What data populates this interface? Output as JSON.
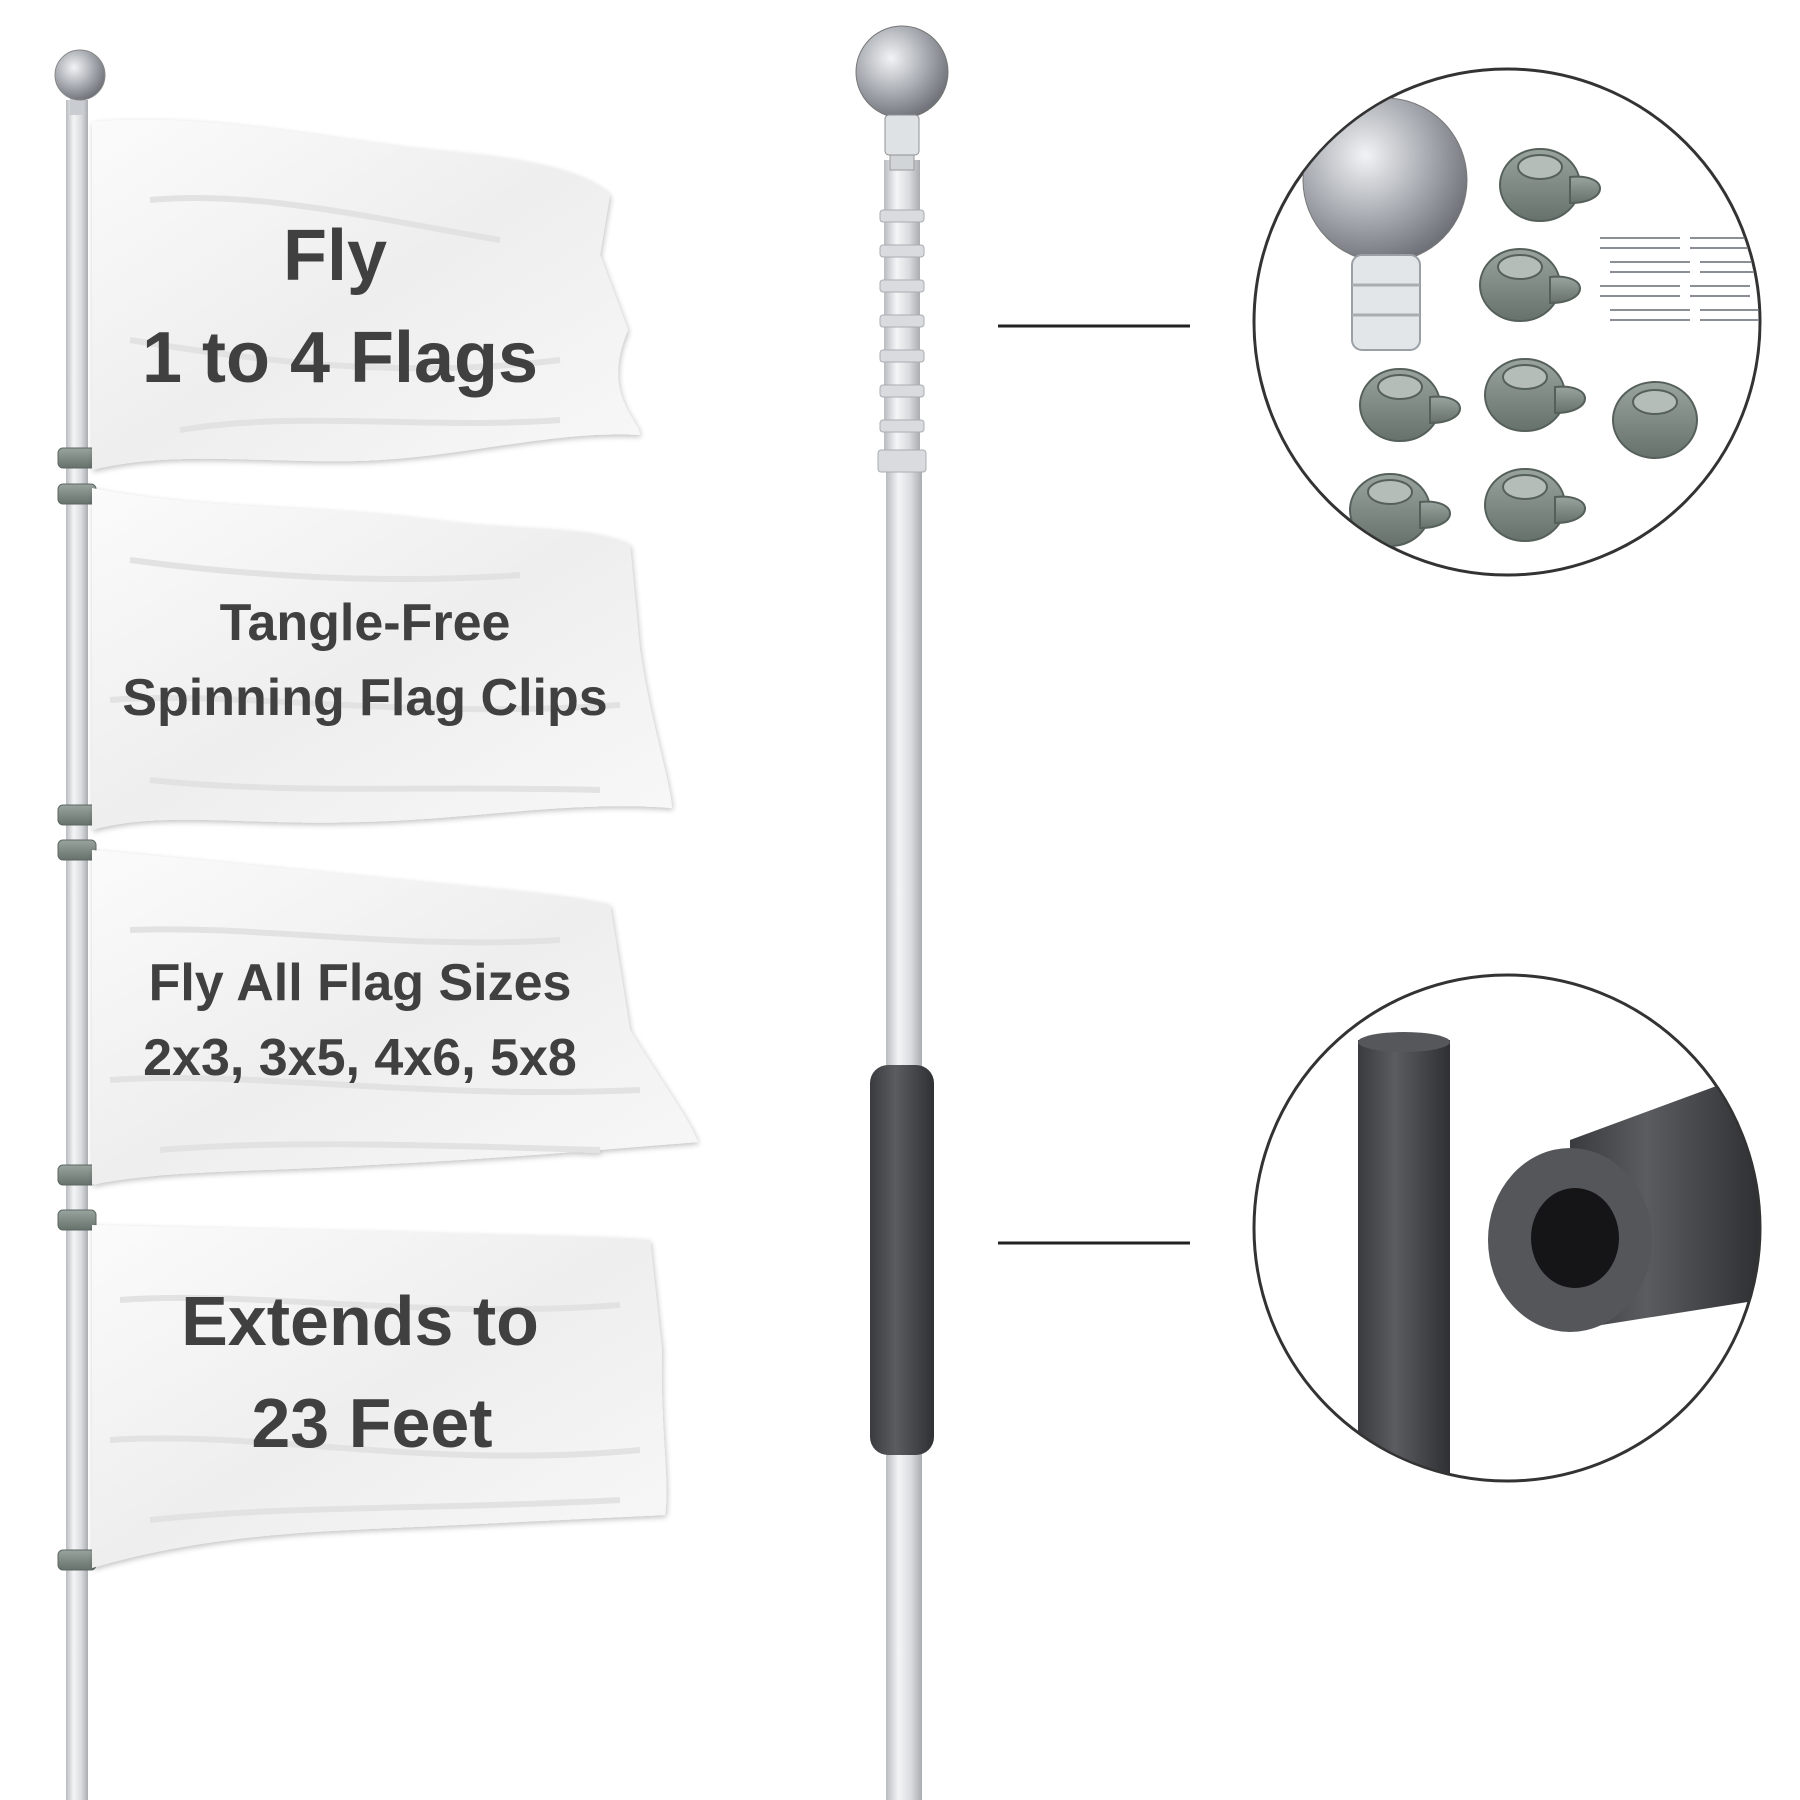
{
  "flags": [
    {
      "line1": "Fly",
      "line2": "1 to 4 Flags"
    },
    {
      "line1": "Tangle-Free",
      "line2": "Spinning Flag Clips"
    },
    {
      "line1": "Fly All Flag Sizes",
      "line2": "2x3, 3x5, 4x6, 5x8"
    },
    {
      "line1": "Extends to",
      "line2": "23 Feet"
    }
  ],
  "callouts": [
    {
      "subject": "ball-topper-and-spinning-clips"
    },
    {
      "subject": "foam-grip"
    }
  ],
  "colors": {
    "background": "#ffffff",
    "flag": "#f3f3f3",
    "text": "#3f3f3f",
    "clip": "#7f8a85",
    "pole": "#e4e6e8",
    "foam": "#4a4b4e"
  }
}
